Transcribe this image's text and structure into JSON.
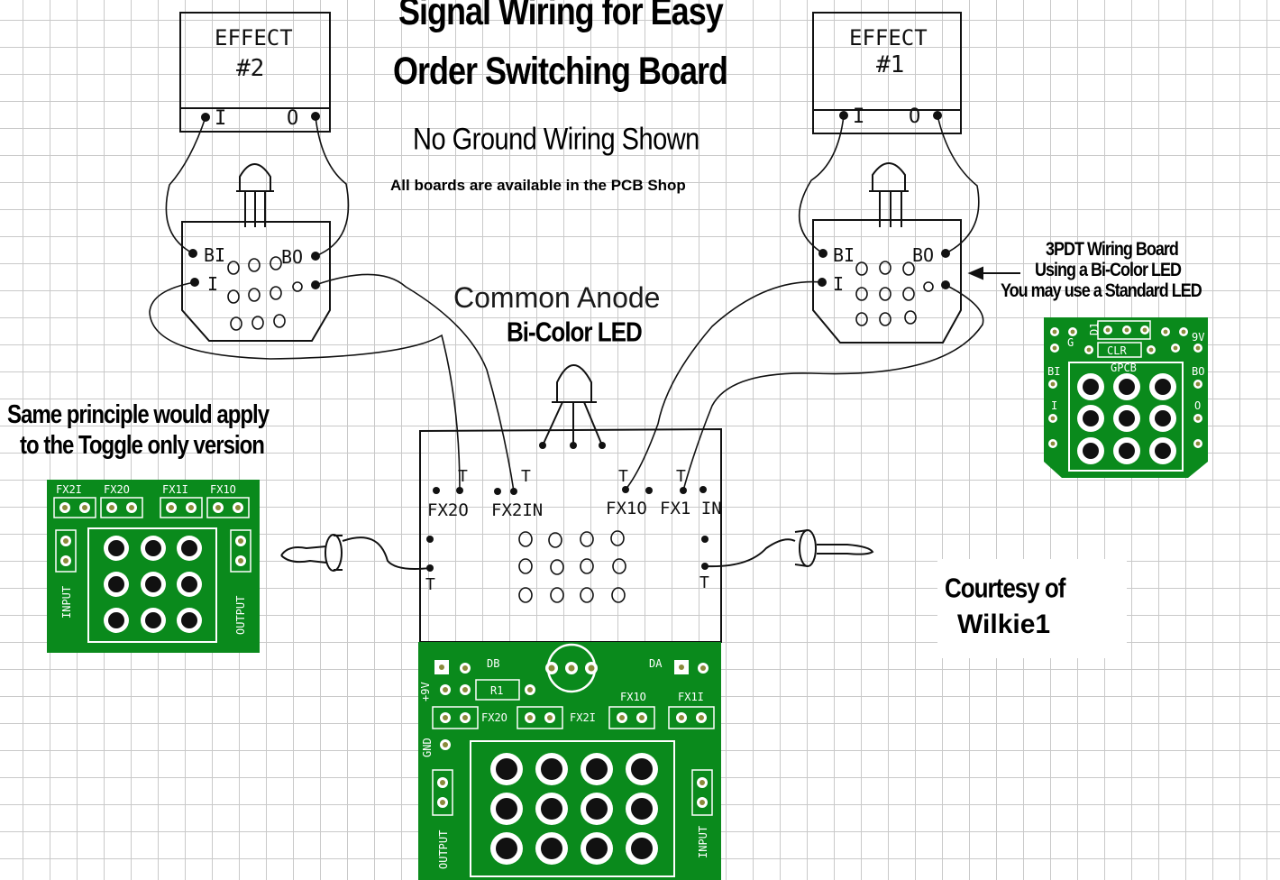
{
  "title_line1": "Signal Wiring for Easy",
  "title_line2": "Order Switching Board",
  "subtitle": "No Ground Wiring Shown",
  "note_shop": "All boards are available in the PCB Shop",
  "led_label_line1": "Common Anode",
  "led_label_line2": "Bi-Color LED",
  "toggle_note_line1": "Same principle would apply",
  "toggle_note_line2": "to the Toggle only version",
  "wiring_board_line1": "3PDT Wiring Board",
  "wiring_board_line2": "Using a Bi-Color LED",
  "wiring_board_line3": "You may use a Standard LED",
  "courtesy_line1": "Courtesy of",
  "courtesy_line2": "Wilkie1",
  "effect2": {
    "line1": "EFFECT",
    "line2": "#2",
    "in": "I",
    "out": "O"
  },
  "effect1": {
    "line1": "EFFECT",
    "line2": "#1",
    "in": "I",
    "out": "O"
  },
  "switch_left": {
    "bi": "BI",
    "bo": "BO",
    "i": "I"
  },
  "switch_right": {
    "bi": "BI",
    "bo": "BO",
    "i": "I"
  },
  "main_board": {
    "fx2o": "FX2O",
    "fx2in": "FX2IN",
    "fx1o": "FX1O",
    "fx1in": "FX1 IN",
    "t": "T"
  },
  "pcb_toggle": {
    "fx2i": "FX2I",
    "fx2o": "FX2O",
    "fx1i": "FX1I",
    "fx1o": "FX1O",
    "input": "INPUT",
    "output": "OUTPUT"
  },
  "pcb_3pdt": {
    "g": "G",
    "d1": "D1",
    "v9": "9V",
    "clr": "CLR",
    "gpcb": "GPCB",
    "bi": "BI",
    "bo": "BO",
    "i": "I",
    "o": "O"
  },
  "pcb_main": {
    "db": "DB",
    "da": "DA",
    "v9": "+9V",
    "r1": "R1",
    "fx2o": "FX2O",
    "fx2i": "FX2I",
    "fx1o": "FX1O",
    "fx1i": "FX1I",
    "gnd": "GND",
    "output": "OUTPUT",
    "input": "INPUT"
  },
  "colors": {
    "pcb_green": "#0a8a1c",
    "silkscreen": "#ffffff",
    "ink": "#111111",
    "grid": "#c9c9c9"
  }
}
